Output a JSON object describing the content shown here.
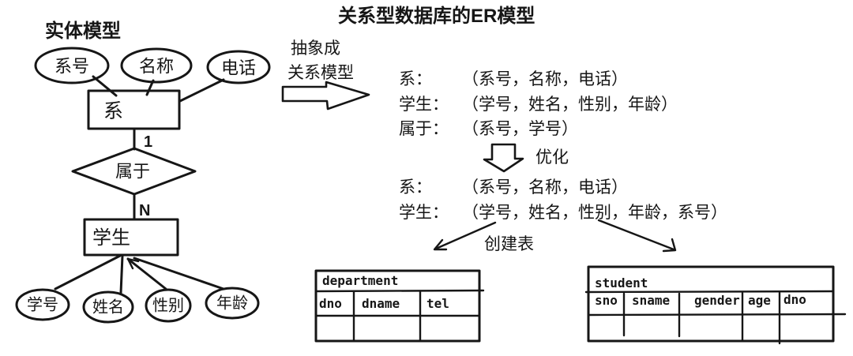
{
  "left_diagram": {
    "title": "实体模型",
    "entity_department": {
      "label": "系",
      "attributes": [
        "系号",
        "名称",
        "电话"
      ]
    },
    "relationship": {
      "label": "属于",
      "cardinality_top": "1",
      "cardinality_bottom": "N"
    },
    "entity_student": {
      "label": "学生",
      "attributes": [
        "学号",
        "姓名",
        "性别",
        "年龄"
      ]
    }
  },
  "right_panel": {
    "title": "关系型数据库的ER模型",
    "abstract_arrow_label": {
      "line1": "抽象成",
      "line2": "关系模型"
    },
    "relations_initial": [
      {
        "name": "系：",
        "attrs": "（系号，名称，电话）"
      },
      {
        "name": "学生：",
        "attrs": "（学号，姓名，性别，年龄）"
      },
      {
        "name": "属于：",
        "attrs": "（系号，学号）"
      }
    ],
    "optimize_label": "优化",
    "relations_optimized": [
      {
        "name": "系：",
        "attrs": "（系号，名称，电话）"
      },
      {
        "name": "学生：",
        "attrs": "（学号，姓名，性别，年龄，系号）"
      }
    ],
    "create_table_label": "创建表"
  },
  "tables": {
    "department": {
      "title": "department",
      "columns": [
        "dno",
        "dname",
        "tel"
      ]
    },
    "student": {
      "title": "student",
      "columns": [
        "sno",
        "sname",
        "gender",
        "age",
        "dno"
      ]
    }
  },
  "colors": {
    "ink": "#161616",
    "background": "#ffffff"
  }
}
